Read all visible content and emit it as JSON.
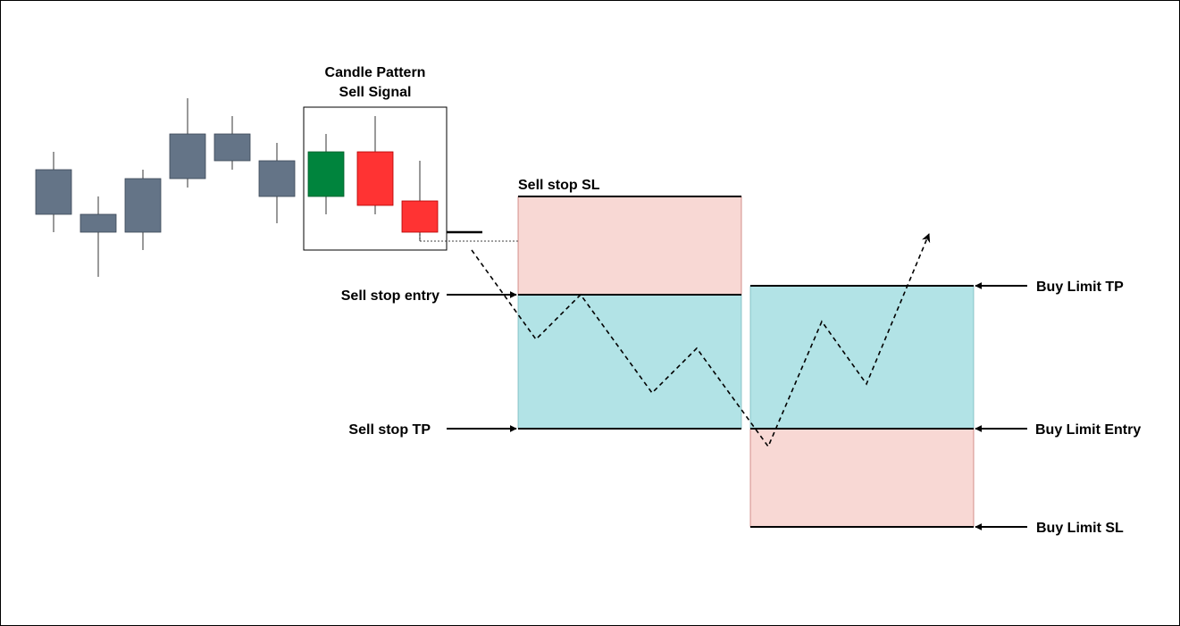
{
  "title": {
    "line1": "Candle Pattern",
    "line2": "Sell Signal"
  },
  "labels": {
    "sell_stop_sl": "Sell stop SL",
    "sell_stop_entry": "Sell stop entry",
    "sell_stop_tp": "Sell stop TP",
    "buy_limit_tp": "Buy Limit TP",
    "buy_limit_entry": "Buy Limit Entry",
    "buy_limit_sl": "Buy Limit SL"
  },
  "colors": {
    "candle_neutral": "#647487",
    "candle_bullish": "#00843d",
    "candle_bearish": "#ff3333",
    "stop_loss_zone": "#f8d8d4",
    "take_profit_zone": "#b2e3e6",
    "line": "#000000"
  }
}
